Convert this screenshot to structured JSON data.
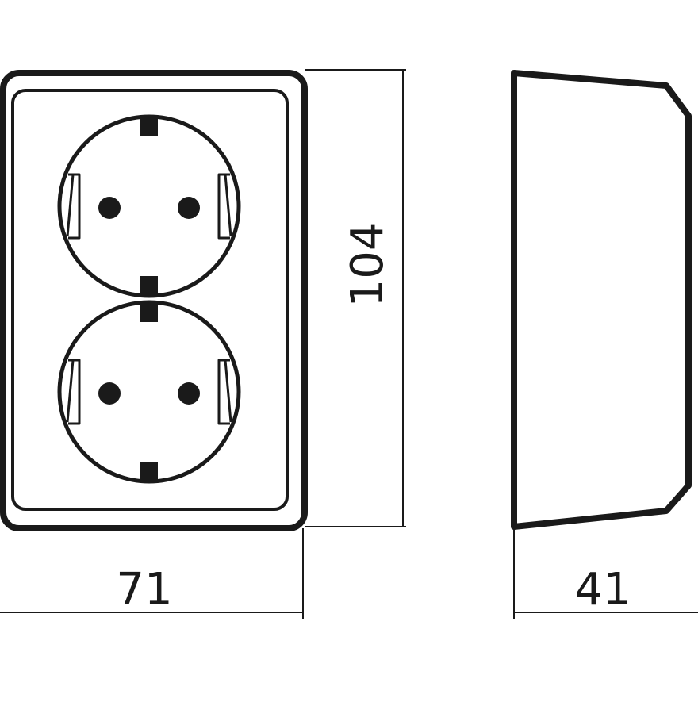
{
  "dimensions": {
    "width_label": "71",
    "height_label": "104",
    "depth_label": "41"
  },
  "colors": {
    "stroke": "#1a1a1a",
    "background": "#ffffff"
  }
}
